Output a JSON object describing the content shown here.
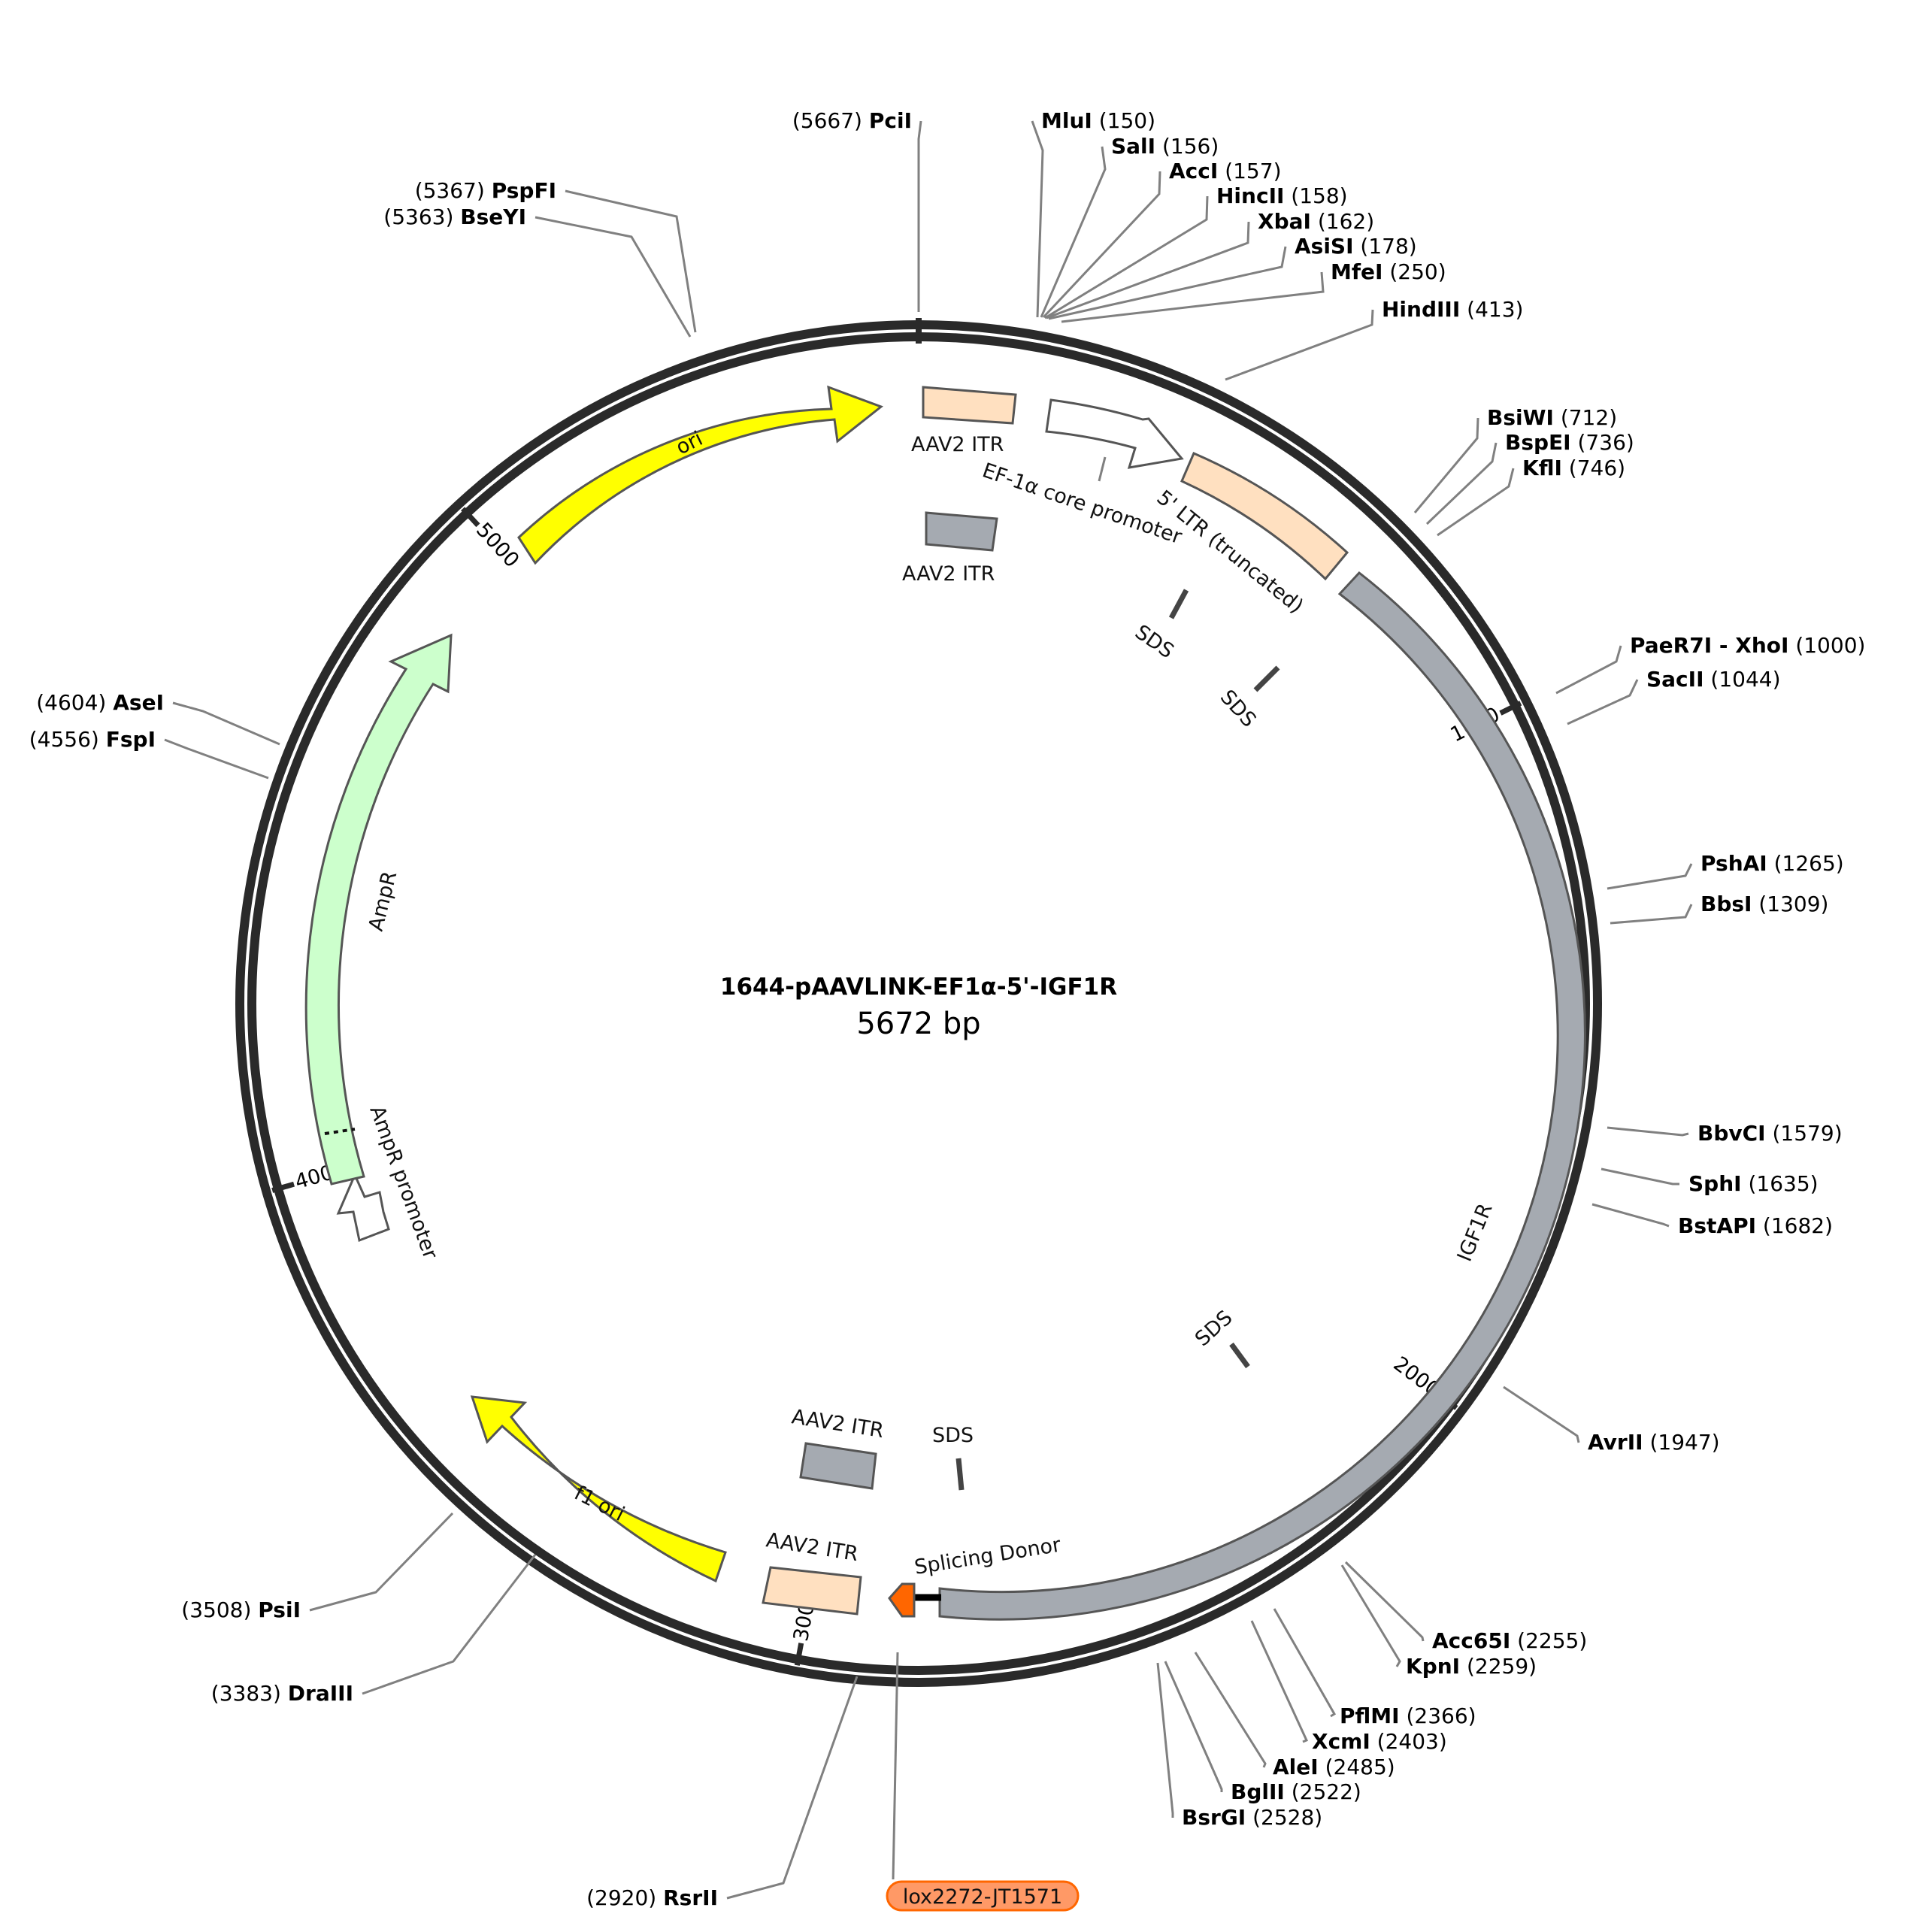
{
  "plasmid": {
    "name": "1644-pAAVLINK-EF1α-5'-IGF1R",
    "size_label": "5672 bp",
    "length": 5672
  },
  "colors": {
    "ori": "#ffff00",
    "AmpR": "#ccffcc",
    "ITR": "#ffe0c0",
    "ITR_grey": "#a5aab1",
    "IGF1R": "#a5aab1",
    "lox": "#ff9966",
    "splice": "#ff6600",
    "backbone": "#2a2a2a"
  },
  "ticks": [
    {
      "label": "1000",
      "pos": 1000
    },
    {
      "label": "2000",
      "pos": 2000
    },
    {
      "label": "3000",
      "pos": 3000
    },
    {
      "label": "4000",
      "pos": 4000
    },
    {
      "label": "5000",
      "pos": 5000
    }
  ],
  "features": [
    {
      "id": "ori",
      "label": "ori",
      "type": "arrow"
    },
    {
      "id": "aav2-itr-top",
      "label": "AAV2 ITR",
      "type": "box"
    },
    {
      "id": "aav2-itr-top-grey",
      "label": "AAV2 ITR",
      "type": "box"
    },
    {
      "id": "ef1a-core-promoter",
      "label": "EF-1α core promoter",
      "type": "arrow"
    },
    {
      "id": "5-ltr-truncated",
      "label": "5' LTR (truncated)",
      "type": "box"
    },
    {
      "id": "sds-1",
      "label": "SDS",
      "type": "mark"
    },
    {
      "id": "sds-2",
      "label": "SDS",
      "type": "mark"
    },
    {
      "id": "igf1r",
      "label": "IGF1R",
      "type": "box"
    },
    {
      "id": "sds-3",
      "label": "SDS",
      "type": "mark"
    },
    {
      "id": "sds-4",
      "label": "SDS",
      "type": "mark"
    },
    {
      "id": "splicing-donor",
      "label": "Splicing Donor",
      "type": "arrow"
    },
    {
      "id": "aav2-itr-bottom",
      "label": "AAV2 ITR",
      "type": "box"
    },
    {
      "id": "aav2-itr-bottom-grey",
      "label": "AAV2 ITR",
      "type": "box"
    },
    {
      "id": "f1-ori",
      "label": "f1 ori",
      "type": "arrow"
    },
    {
      "id": "ampr-promoter",
      "label": "AmpR promoter",
      "type": "arrow"
    },
    {
      "id": "ampr",
      "label": "AmpR",
      "type": "arrow"
    },
    {
      "id": "lox2272",
      "label": "lox2272-JT1571",
      "type": "badge"
    }
  ],
  "sites": [
    {
      "name": "PciI",
      "pos": "5667"
    },
    {
      "name": "MluI",
      "pos": "150"
    },
    {
      "name": "SalI",
      "pos": "156"
    },
    {
      "name": "AccI",
      "pos": "157"
    },
    {
      "name": "HincII",
      "pos": "158"
    },
    {
      "name": "XbaI",
      "pos": "162"
    },
    {
      "name": "AsiSI",
      "pos": "178"
    },
    {
      "name": "MfeI",
      "pos": "250"
    },
    {
      "name": "HindIII",
      "pos": "413"
    },
    {
      "name": "BsiWI",
      "pos": "712"
    },
    {
      "name": "BspEI",
      "pos": "736"
    },
    {
      "name": "KflI",
      "pos": "746"
    },
    {
      "name": "PaeR7I - XhoI",
      "pos": "1000"
    },
    {
      "name": "SacII",
      "pos": "1044"
    },
    {
      "name": "PshAI",
      "pos": "1265"
    },
    {
      "name": "BbsI",
      "pos": "1309"
    },
    {
      "name": "BbvCI",
      "pos": "1579"
    },
    {
      "name": "SphI",
      "pos": "1635"
    },
    {
      "name": "BstAPI",
      "pos": "1682"
    },
    {
      "name": "AvrII",
      "pos": "1947"
    },
    {
      "name": "Acc65I",
      "pos": "2255"
    },
    {
      "name": "KpnI",
      "pos": "2259"
    },
    {
      "name": "PflMI",
      "pos": "2366"
    },
    {
      "name": "XcmI",
      "pos": "2403"
    },
    {
      "name": "AleI",
      "pos": "2485"
    },
    {
      "name": "BglII",
      "pos": "2522"
    },
    {
      "name": "BsrGI",
      "pos": "2528"
    },
    {
      "name": "RsrII",
      "pos": "2920"
    },
    {
      "name": "DraIII",
      "pos": "3383"
    },
    {
      "name": "PsiI",
      "pos": "3508"
    },
    {
      "name": "FspI",
      "pos": "4556"
    },
    {
      "name": "AseI",
      "pos": "4604"
    },
    {
      "name": "BseYI",
      "pos": "5363"
    },
    {
      "name": "PspFI",
      "pos": "5367"
    }
  ]
}
